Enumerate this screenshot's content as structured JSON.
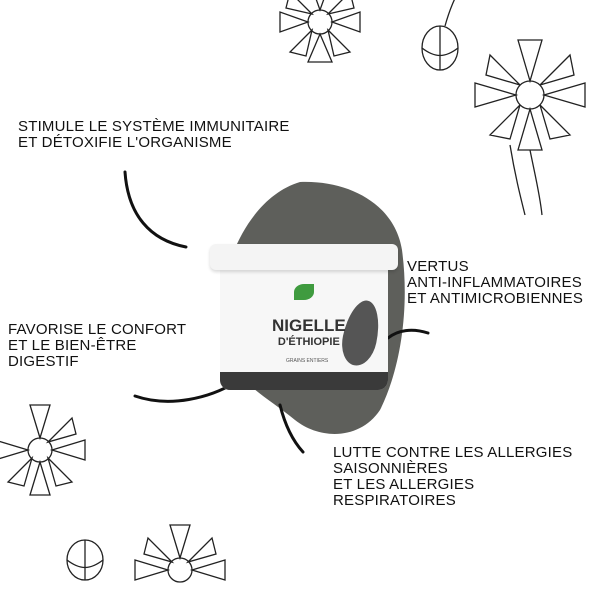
{
  "benefits": [
    {
      "lines": [
        "Stimule le système immunitaire",
        "et détoxifie l'organisme"
      ]
    },
    {
      "lines": [
        "Vertus",
        "anti-inflammatoires",
        "et antimicrobiennes"
      ]
    },
    {
      "lines": [
        "Favorise le confort",
        "et le bien-être",
        "digestif"
      ]
    },
    {
      "lines": [
        "Lutte contre les allergies",
        "saisonnières",
        "et les allergies",
        "respiratoires"
      ]
    }
  ],
  "product": {
    "name_line1": "NIGELLE",
    "name_line2": "D'ÉTHIOPIE",
    "subtitle": "GRAINS ENTIERS"
  },
  "colors": {
    "blob": "#5e5f5b",
    "text": "#111111"
  }
}
